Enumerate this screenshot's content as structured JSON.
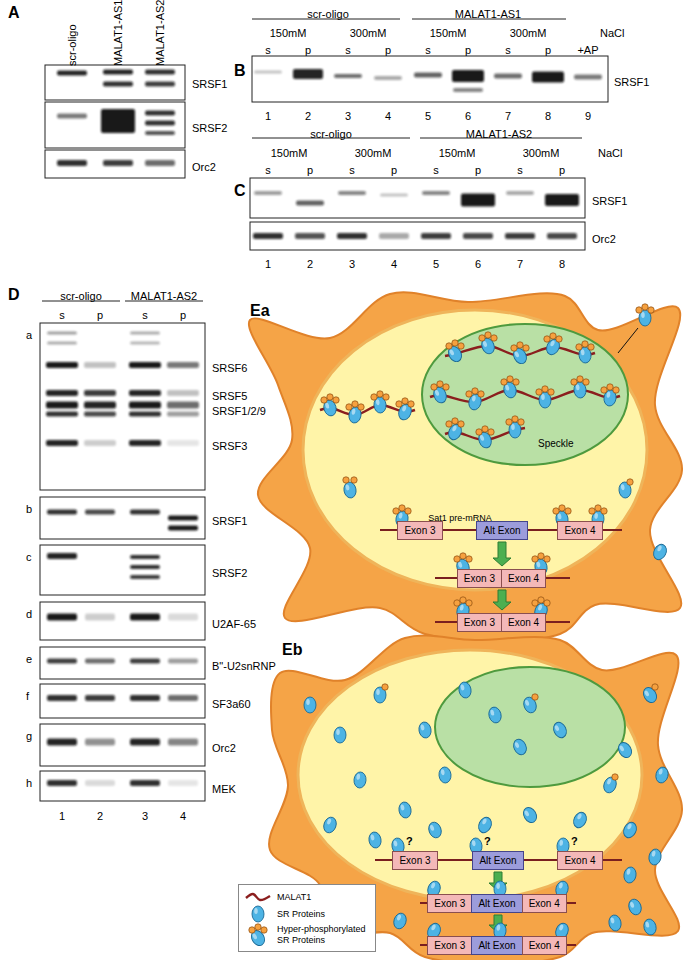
{
  "diagram": {
    "nodes": [
      {
        "text": [
          "Ea"
        ]
      },
      {
        "text": [
          "Speckle"
        ],
        "in": 0
      },
      {
        "text": [
          "Exon 3"
        ],
        "in": 0
      },
      {
        "text": [
          "Alt Exon"
        ],
        "in": 0
      },
      {
        "text": [
          "Exon 4"
        ],
        "in": 0
      },
      {
        "text": [
          "Exon 3"
        ],
        "in": 0
      },
      {
        "text": [
          "Exon 4"
        ],
        "in": 0
      },
      {
        "text": [
          "Exon 3"
        ],
        "in": 0
      },
      {
        "text": [
          "Exon 4"
        ],
        "in": 0
      },
      {
        "text": [
          "Eb"
        ]
      },
      {
        "text": [
          "Exon 3"
        ],
        "in": 9
      },
      {
        "text": [
          "Alt Exon"
        ],
        "in": 9
      },
      {
        "text": [
          "Exon 4"
        ],
        "in": 9
      },
      {
        "text": [
          "Exon 3"
        ],
        "in": 9
      },
      {
        "text": [
          "Alt Exon"
        ],
        "in": 9
      },
      {
        "text": [
          "Exon 4"
        ],
        "in": 9
      },
      {
        "text": [
          "Exon 3"
        ],
        "in": 9
      },
      {
        "text": [
          "Alt Exon"
        ],
        "in": 9
      },
      {
        "text": [
          "Exon 4"
        ],
        "in": 9
      }
    ],
    "labels": [
      "A",
      "scr-oligo",
      "MALAT1-AS1",
      "MALAT1-AS2",
      "SRSF1",
      "SRSF2",
      "Orc2",
      "B",
      "scr-oligo",
      "MALAT1-AS1",
      "150mM",
      "300mM",
      "150mM",
      "300mM",
      "NaCl",
      "s",
      "p",
      "s",
      "p",
      "s",
      "p",
      "s",
      "p",
      "+AP",
      "SRSF1",
      "1",
      "2",
      "3",
      "4",
      "5",
      "6",
      "7",
      "8",
      "9",
      "C",
      "scr-oligo",
      "MALAT1-AS2",
      "150mM",
      "300mM",
      "150mM",
      "300mM",
      "NaCl",
      "s",
      "p",
      "s",
      "p",
      "s",
      "p",
      "s",
      "p",
      "SRSF1",
      "Orc2",
      "1",
      "2",
      "3",
      "4",
      "5",
      "6",
      "7",
      "8",
      "D",
      "scr-oligo",
      "MALAT1-AS2",
      "s",
      "p",
      "s",
      "p",
      "a",
      "SRSF6",
      "SRSF5",
      "SRSF1/2/9",
      "SRSF3",
      "b",
      "SRSF1",
      "c",
      "SRSF2",
      "d",
      "U2AF-65",
      "e",
      "B\"-U2snRNP",
      "f",
      "SF3a60",
      "g",
      "Orc2",
      "h",
      "MEK",
      "1",
      "2",
      "3",
      "4",
      "Sat1 pre-mRNA",
      "?",
      "?",
      "?"
    ],
    "legend": [
      {
        "text": "MALAT1"
      },
      {
        "text": "SR Proteins"
      },
      {
        "text": "Hyper-phosphorylated SR Proteins"
      }
    ]
  }
}
